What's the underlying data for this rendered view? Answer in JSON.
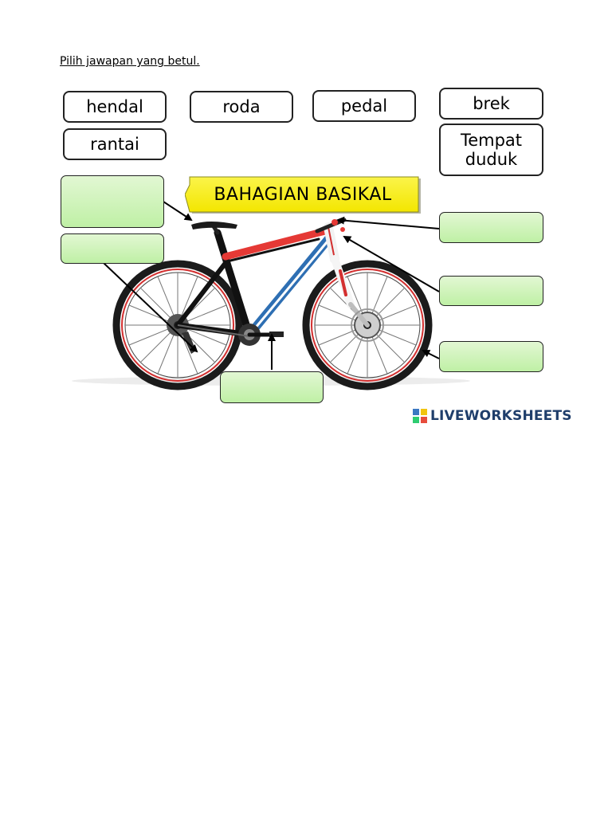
{
  "instruction": "Pilih jawapan yang betul.",
  "title": "BAHAGIAN BASIKAL",
  "words": [
    "hendal",
    "roda",
    "pedal",
    "brek",
    "rantai",
    "Tempat duduk"
  ],
  "logo": "LIVEWORKSHEETS",
  "colors": {
    "banner": "#f8f000",
    "drop_box": "#c7f0b0",
    "frame_red": "#e53935",
    "frame_blue": "#2e6fb3",
    "logo_text": "#1f3e6b"
  }
}
